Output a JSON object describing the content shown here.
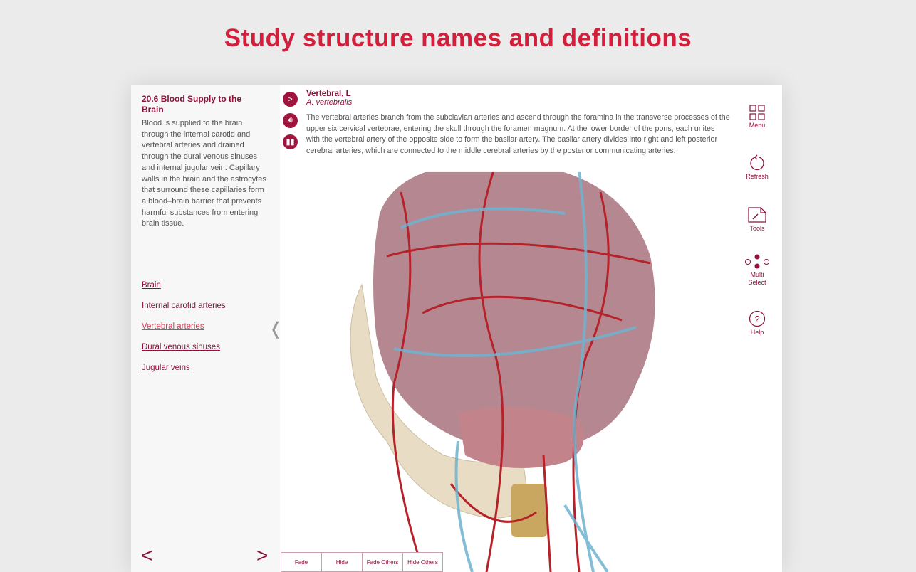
{
  "headline": "Study structure names and definitions",
  "sidebar": {
    "title": "20.6 Blood Supply to the Brain",
    "body": "Blood is supplied to the brain through the internal carotid and vertebral arteries and drained through the dural venous sinuses and internal jugular vein. Capillary walls in the brain and the astrocytes that surround these capillaries form a blood–brain barrier that prevents harmful substances from entering brain tissue.",
    "links": [
      "Brain",
      "Internal carotid arteries",
      "Vertebral arteries",
      "Dural venous sinuses",
      "Jugular veins"
    ],
    "prev": "<",
    "next": ">",
    "collapse": "❬"
  },
  "structure": {
    "name": "Vertebral, L",
    "latin": "A. vertebralis",
    "definition": "The vertebral arteries branch from the subclavian arteries and ascend through the foramina in the transverse processes of the upper six cervical vertebrae, entering the skull through the foramen magnum. At the lower border of the pons, each unites with the vertebral artery of the opposite side to form the basilar artery. The basilar artery divides into right and left posterior cerebral arteries, which are connected to the middle cerebral arteries by the posterior communicating arteries."
  },
  "toolbar": {
    "menu": "Menu",
    "refresh": "Refresh",
    "tools": "Tools",
    "multi": "Multi Select",
    "help": "Help"
  },
  "actions": {
    "fade": "Fade",
    "hide": "Hide",
    "fade_others": "Fade Others",
    "hide_others": "Hide Others"
  },
  "colors": {
    "accent": "#8c1238",
    "headline": "#d41f3c"
  }
}
